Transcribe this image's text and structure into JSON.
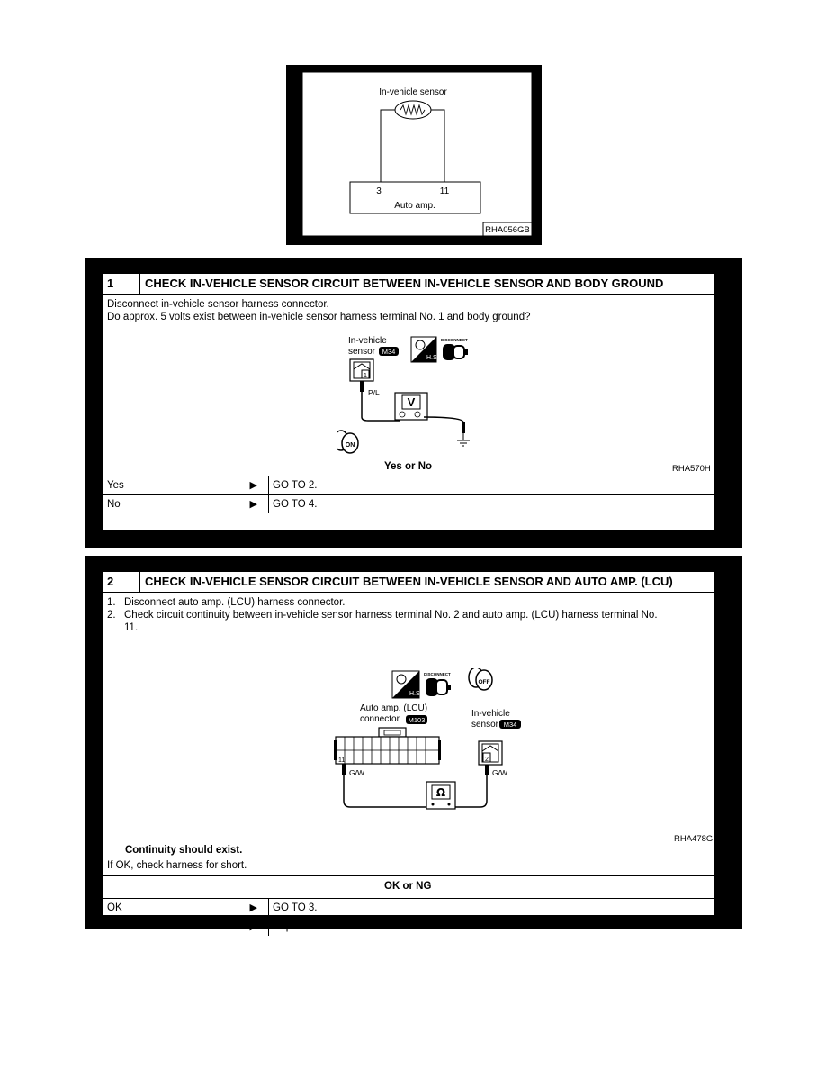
{
  "schematic": {
    "sensor_label": "In-vehicle sensor",
    "terminal_a": "3",
    "terminal_b": "11",
    "amp_label": "Auto amp.",
    "code": "RHA056GB"
  },
  "step1": {
    "number": "1",
    "title": "CHECK IN-VEHICLE SENSOR CIRCUIT BETWEEN IN-VEHICLE SENSOR AND BODY GROUND",
    "line1": "Disconnect in-vehicle sensor harness connector.",
    "line2": "Do approx. 5 volts exist between in-vehicle sensor harness terminal No. 1 and body ground?",
    "diagram": {
      "sensor_label_1": "In-vehicle",
      "sensor_label_2": "sensor",
      "connector_id": "M34",
      "terminal": "1",
      "wire_color": "P/L",
      "meter": "V",
      "hs_label": "H.S.",
      "disconnect_label": "DISCONNECT",
      "ignition_label": "ON",
      "code": "RHA570H"
    },
    "question": "Yes or No",
    "rows": [
      {
        "answer": "Yes",
        "action": "GO TO 2."
      },
      {
        "answer": "No",
        "action": "GO TO 4."
      }
    ]
  },
  "step2": {
    "number": "2",
    "title": "CHECK IN-VEHICLE SENSOR CIRCUIT BETWEEN IN-VEHICLE SENSOR AND AUTO AMP. (LCU)",
    "items": [
      {
        "n": "1.",
        "text": "Disconnect auto amp. (LCU) harness connector."
      },
      {
        "n": "2.",
        "text": "Check circuit continuity between in-vehicle sensor harness terminal No. 2 and auto amp. (LCU) harness terminal No.",
        "text2": "11."
      }
    ],
    "diagram": {
      "amp_label_1": "Auto amp. (LCU)",
      "amp_label_2": "connector",
      "amp_connector_id": "M103",
      "amp_terminal": "11",
      "sensor_label_1": "In-vehicle",
      "sensor_label_2": "sensor",
      "sensor_connector_id": "M34",
      "sensor_terminal": "2",
      "wire_left": "G/W",
      "wire_right": "G/W",
      "meter": "Ω",
      "hs_label": "H.S.",
      "disconnect_label": "DISCONNECT",
      "ignition_label": "OFF",
      "code": "RHA478G"
    },
    "result": "Continuity should exist.",
    "note": "If OK, check harness for short.",
    "question": "OK or NG",
    "rows": [
      {
        "answer": "OK",
        "action": "GO TO 3."
      },
      {
        "answer": "NG",
        "action": "Repair harness or connector."
      }
    ]
  },
  "colors": {
    "ink": "#000000",
    "paper": "#ffffff"
  }
}
